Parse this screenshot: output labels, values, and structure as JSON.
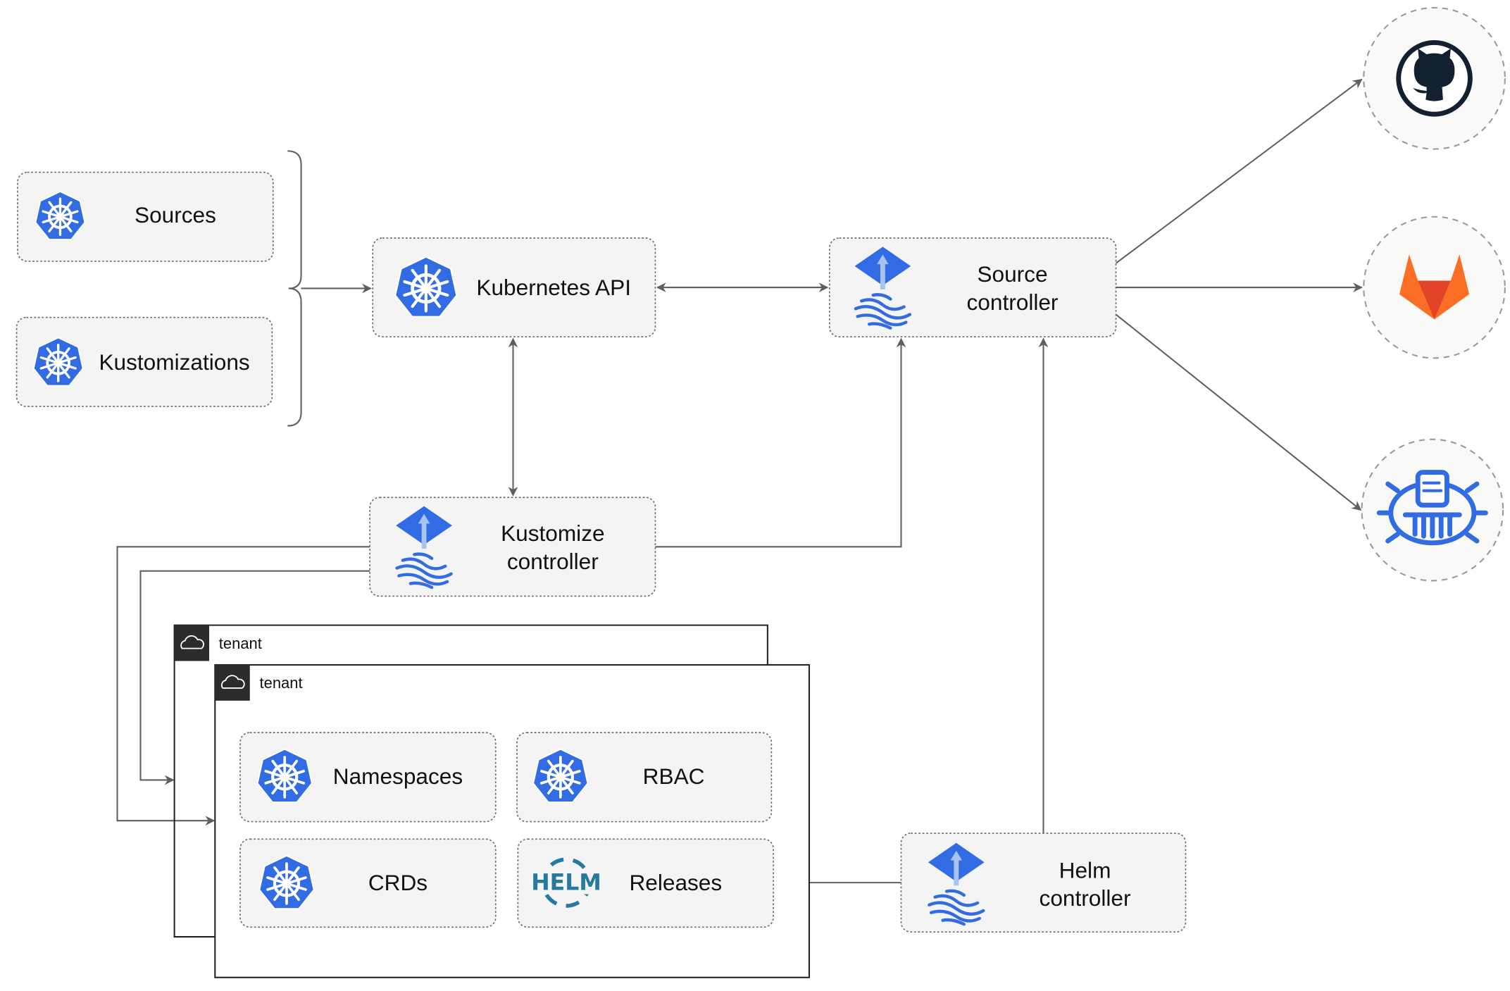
{
  "nodes": {
    "sources": "Sources",
    "kustomizations": "Kustomizations",
    "kubernetes_api": "Kubernetes API",
    "source_controller": [
      "Source",
      "controller"
    ],
    "kustomize_controller": [
      "Kustomize",
      "controller"
    ],
    "helm_controller": [
      "Helm",
      "controller"
    ],
    "namespaces": "Namespaces",
    "rbac": "RBAC",
    "crds": "CRDs",
    "releases": "Releases",
    "helm_logo": "HELM"
  },
  "tenants": [
    "tenant",
    "tenant"
  ],
  "external_sources": [
    {
      "icon": "github-icon"
    },
    {
      "icon": "gitlab-icon"
    },
    {
      "icon": "bucket-icon"
    }
  ],
  "colors": {
    "kubernetes": "#326ce5",
    "gitlab": "#e24329",
    "github": "#13202f",
    "helm": "#277a9f"
  }
}
